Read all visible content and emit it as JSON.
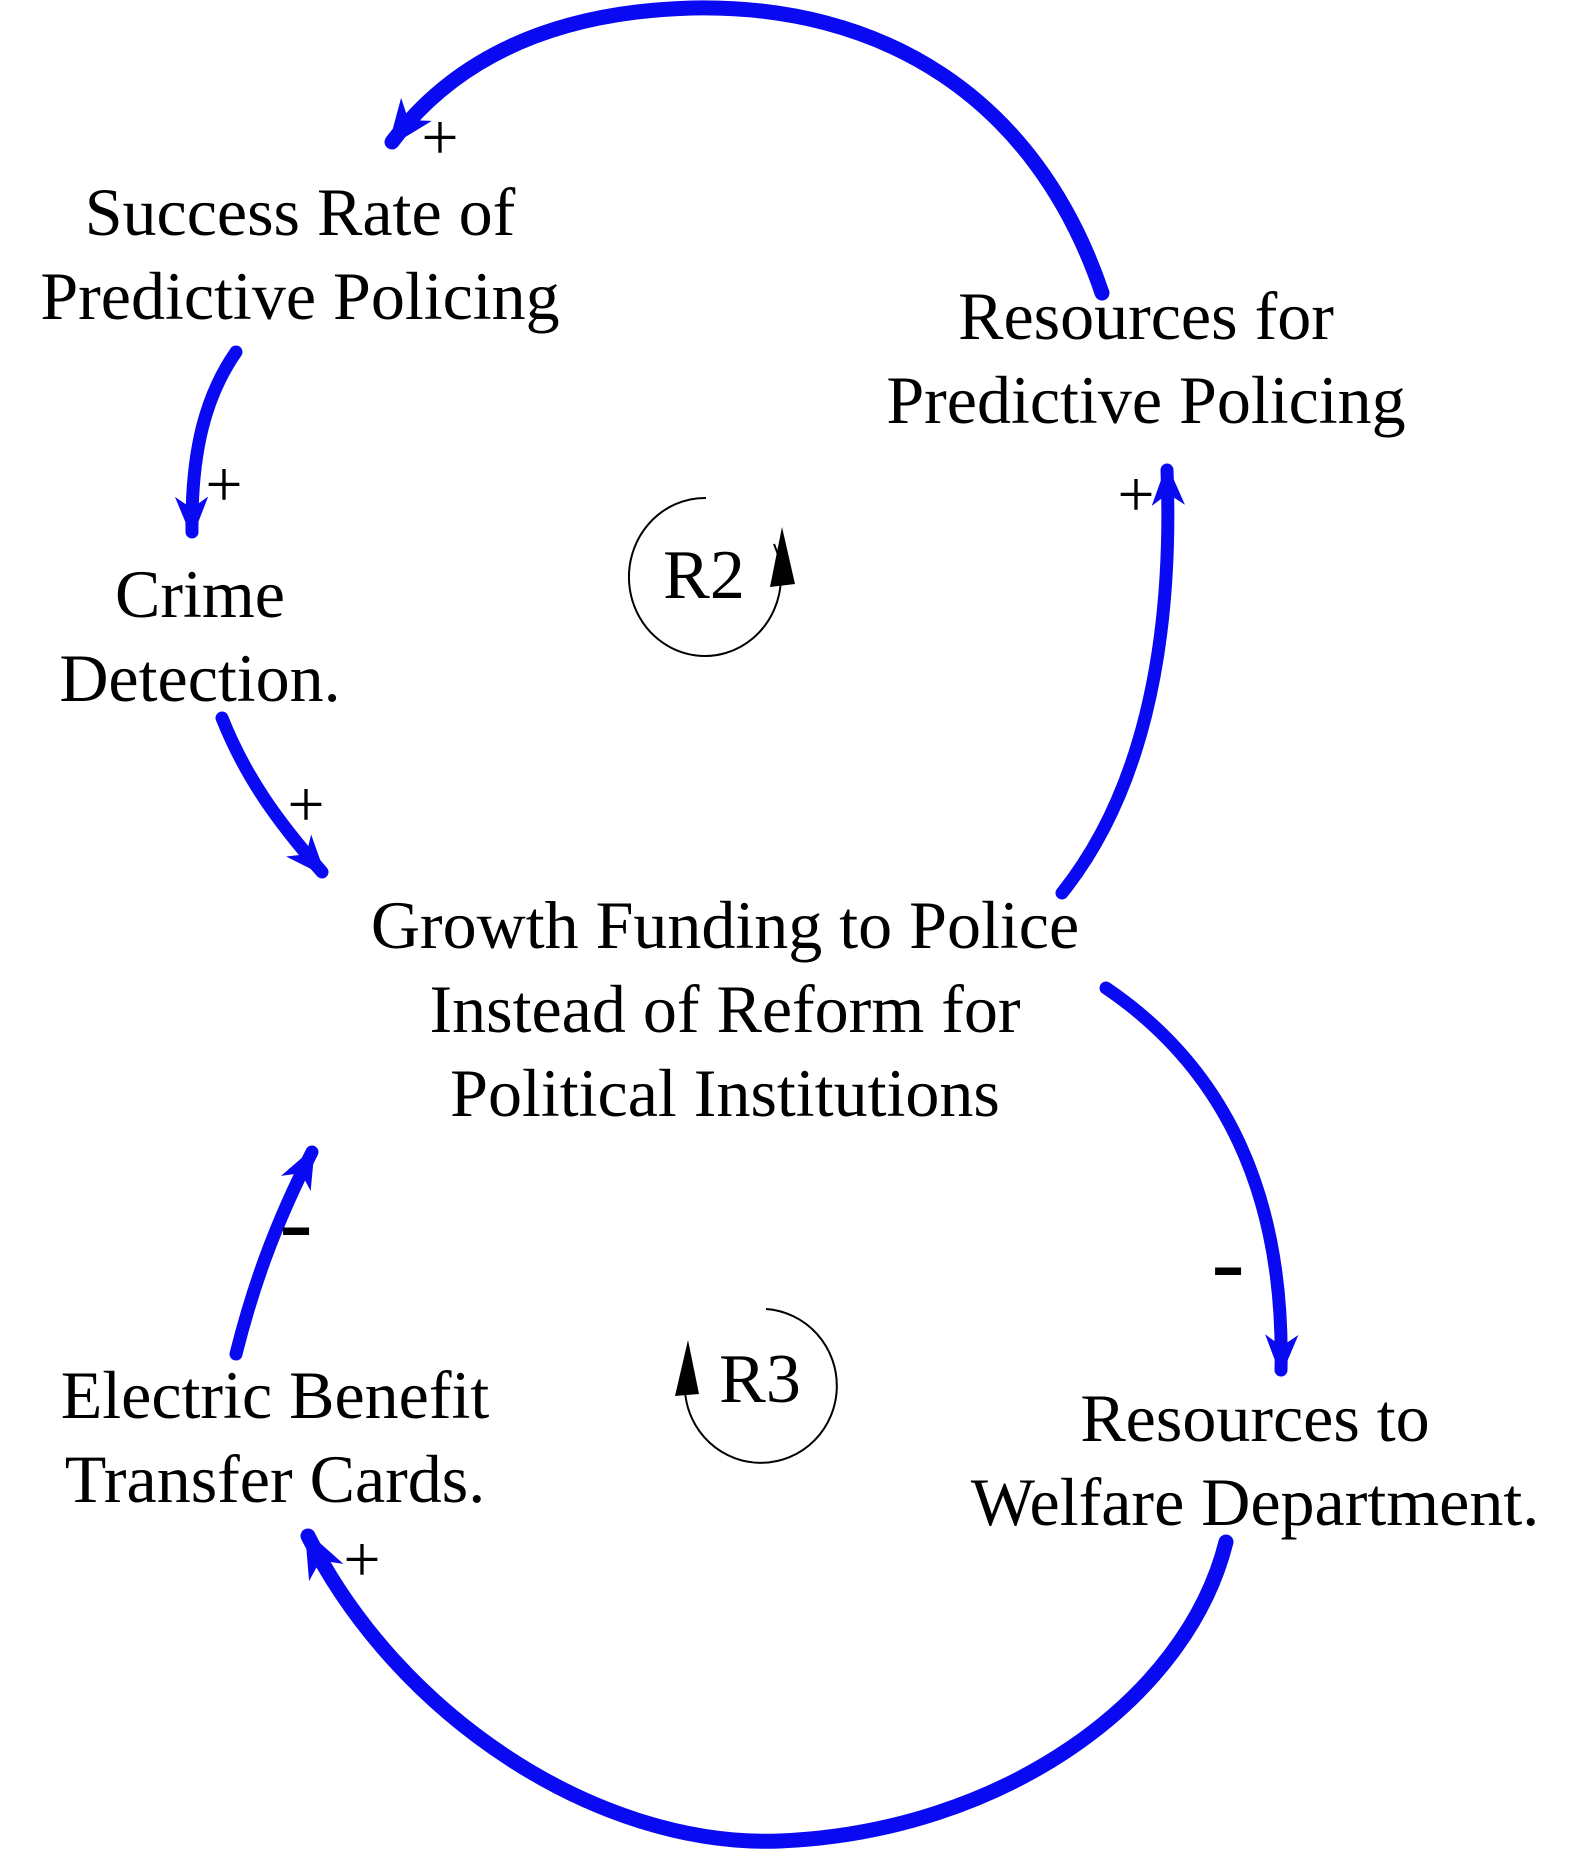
{
  "diagram": {
    "kind": "causal-loop-diagram",
    "colors": {
      "arrow": "#0a0af2",
      "ink": "#000000",
      "background": "#ffffff"
    },
    "nodes": [
      {
        "id": "success-rate",
        "label": "Success Rate of\nPredictive Policing"
      },
      {
        "id": "resources-predictive-policing",
        "label": "Resources for\nPredictive Policing"
      },
      {
        "id": "crime-detection",
        "label": "Crime\nDetection."
      },
      {
        "id": "growth-funding",
        "label": "Growth Funding to Police\nInstead of Reform for\nPolitical Institutions"
      },
      {
        "id": "ebt-cards",
        "label": "Electric Benefit\nTransfer Cards."
      },
      {
        "id": "resources-welfare",
        "label": "Resources to\nWelfare Department."
      }
    ],
    "loops": [
      {
        "id": "R2",
        "label": "R2",
        "direction": "counterclockwise"
      },
      {
        "id": "R3",
        "label": "R3",
        "direction": "clockwise"
      }
    ],
    "links": [
      {
        "from": "resources-predictive-policing",
        "to": "success-rate",
        "polarity": "+"
      },
      {
        "from": "success-rate",
        "to": "crime-detection",
        "polarity": "+"
      },
      {
        "from": "crime-detection",
        "to": "growth-funding",
        "polarity": "+"
      },
      {
        "from": "growth-funding",
        "to": "resources-predictive-policing",
        "polarity": "+"
      },
      {
        "from": "growth-funding",
        "to": "resources-welfare",
        "polarity": "-"
      },
      {
        "from": "ebt-cards",
        "to": "growth-funding",
        "polarity": "-"
      },
      {
        "from": "resources-welfare",
        "to": "ebt-cards",
        "polarity": "+"
      }
    ]
  }
}
